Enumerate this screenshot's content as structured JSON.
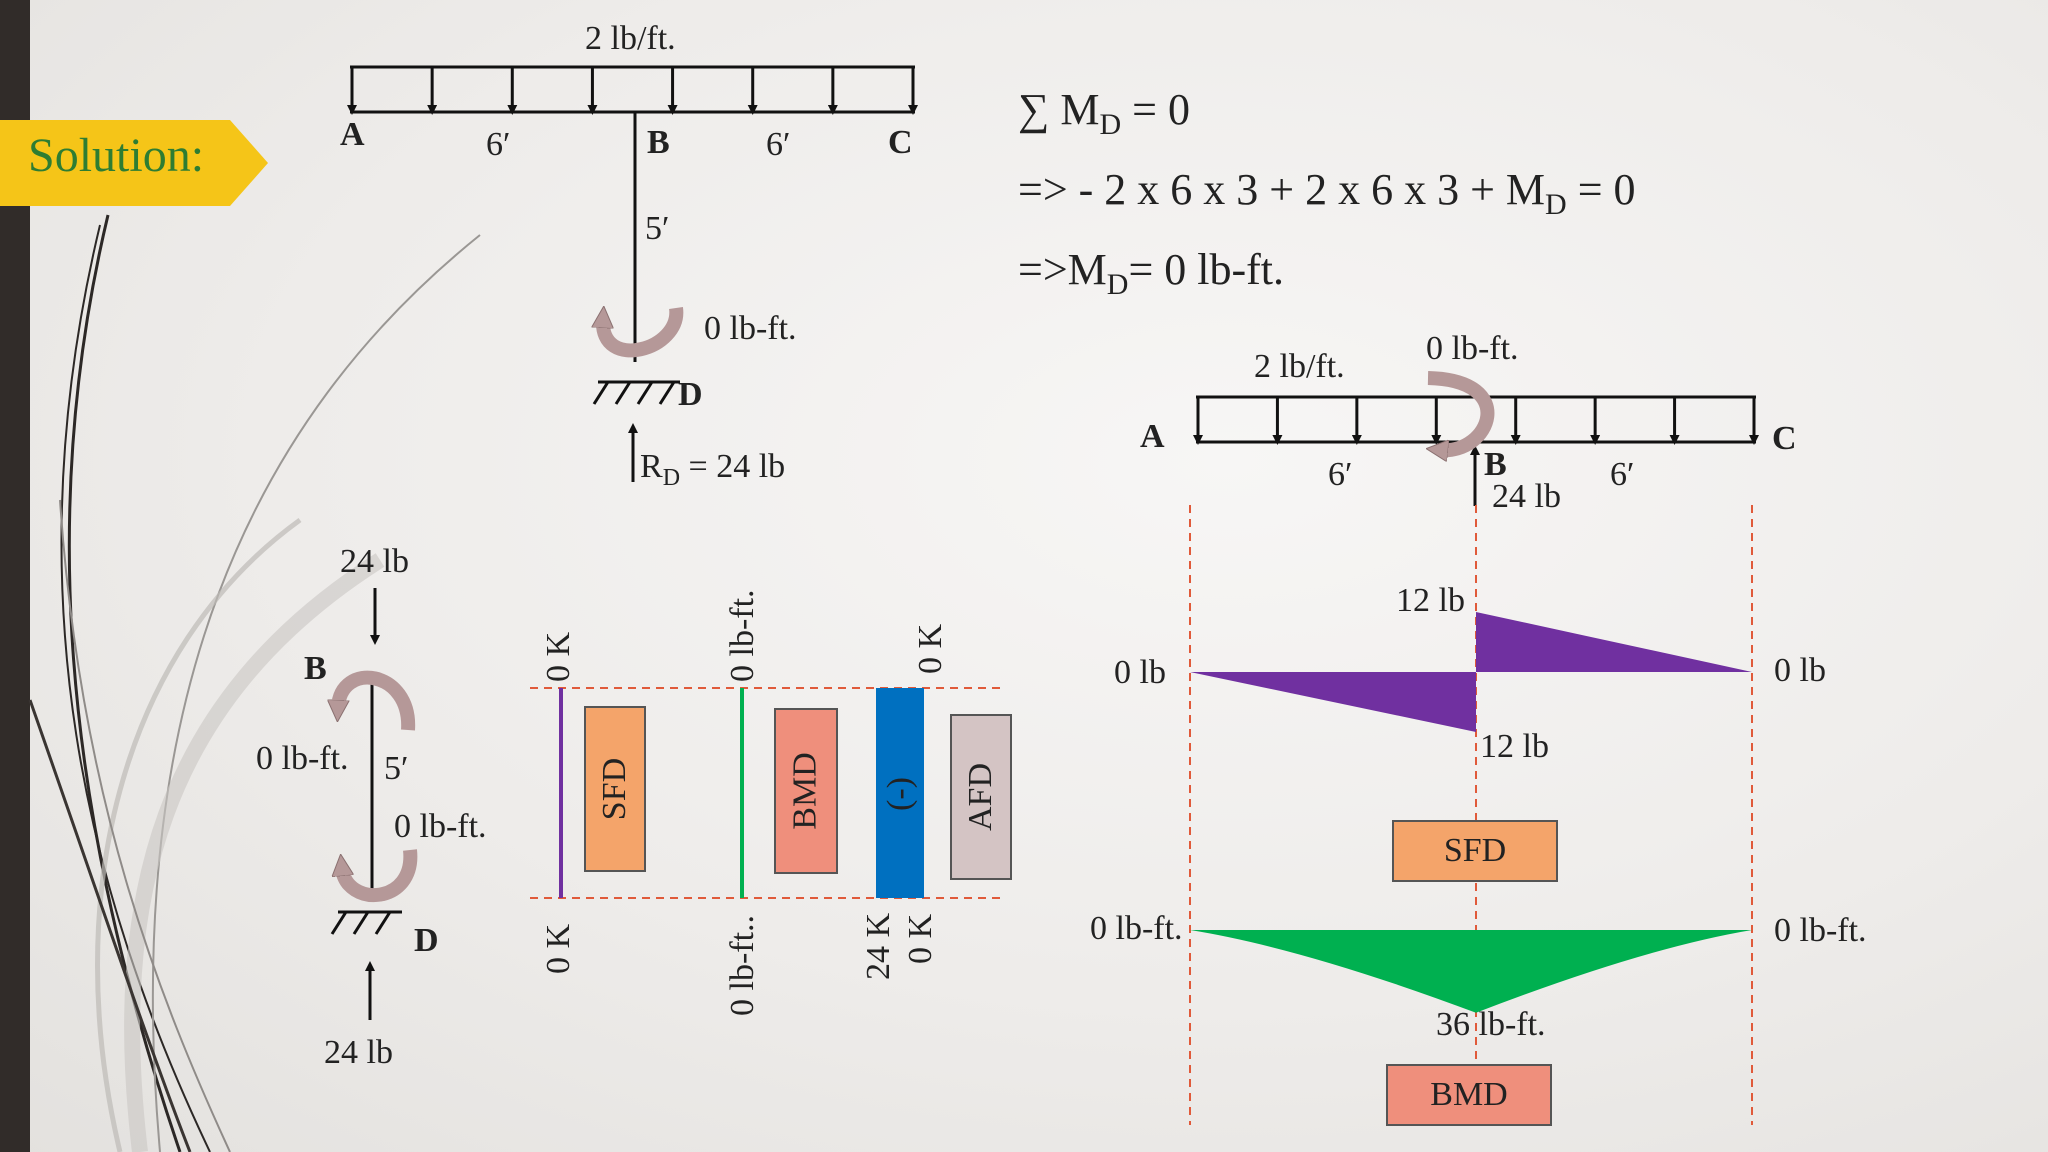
{
  "badge": {
    "label": "Solution:"
  },
  "colors": {
    "sidebar": "#312c29",
    "badge": "#f5c518",
    "badge_text": "#2e7d32",
    "sfd": "#7030a0",
    "bmd": "#00b050",
    "afd_bar": "#0070c0",
    "sfd_box": "#f4a46a",
    "bmd_box": "#ef8f7c",
    "afd_box": "#d4c4c4",
    "guide": "#e05a3a",
    "moment_arrow": "#b59898"
  },
  "top_beam": {
    "load": "2 lb/ft.",
    "A": "A",
    "B": "B",
    "C": "C",
    "len_ab": "6′",
    "len_bc": "6′",
    "len_bd": "5′",
    "moment": "0 lb-ft.",
    "D": "D",
    "reaction": "R",
    "reaction_sub": "D",
    "reaction_val": " = 24 lb"
  },
  "equations": {
    "eq1_pre": "∑ M",
    "eq1_sub": "D",
    "eq1_post": " = 0",
    "eq2_pre": "=> - 2 x 6 x 3 + 2 x 6 x 3 + M",
    "eq2_sub": "D",
    "eq2_post": " = 0",
    "eq3_pre": "=>M",
    "eq3_sub": "D",
    "eq3_post": "= 0 lb-ft."
  },
  "free_body": {
    "load_top": "24 lb",
    "B": "B",
    "moment_b": "0 lb-ft.",
    "len": "5′",
    "moment_d": "0 lb-ft.",
    "D": "D",
    "load_bottom": "24 lb"
  },
  "column_diagrams": {
    "sfd_top": "0 K",
    "sfd_bottom": "0 K",
    "sfd_box": "SFD",
    "bmd_top": "0 lb-ft.",
    "bmd_bottom": "0 lb-ft..",
    "bmd_box": "BMD",
    "afd_sign": "(-)",
    "afd_top": "0 K",
    "afd_bottom_left": "24 K",
    "afd_bottom_right": "0 K",
    "afd_box": "AFD"
  },
  "right_beam": {
    "load": "2 lb/ft.",
    "moment": "0 lb-ft.",
    "A": "A",
    "B": "B",
    "C": "C",
    "len_ab": "6′",
    "len_bc": "6′",
    "reaction": "24 lb"
  },
  "sfd_chart": {
    "top_label": "12 lb",
    "left_label": "0 lb",
    "right_label": "0 lb",
    "bottom_label": "12 lb",
    "box": "SFD",
    "values": [
      0,
      -12,
      12,
      0
    ]
  },
  "bmd_chart": {
    "left_label": "0 lb-ft.",
    "right_label": "0 lb-ft.",
    "bottom_label": "36 lb-ft.",
    "box": "BMD",
    "values": [
      0,
      -36,
      0
    ]
  }
}
